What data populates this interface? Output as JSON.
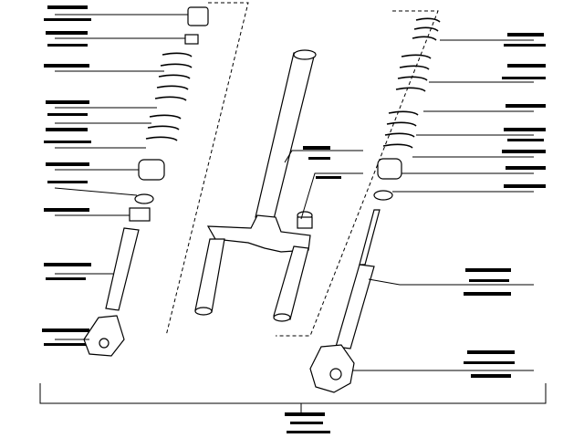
{
  "figure": {
    "kind": "exploded-parts-drawing",
    "subject": "front-fork-assembly",
    "callout_labels_legible": false,
    "line_color": "#000000",
    "background_color": "#ffffff",
    "left_leg_callout_count": 13,
    "right_leg_callout_count": 11,
    "bottom_callout_count": 1
  }
}
